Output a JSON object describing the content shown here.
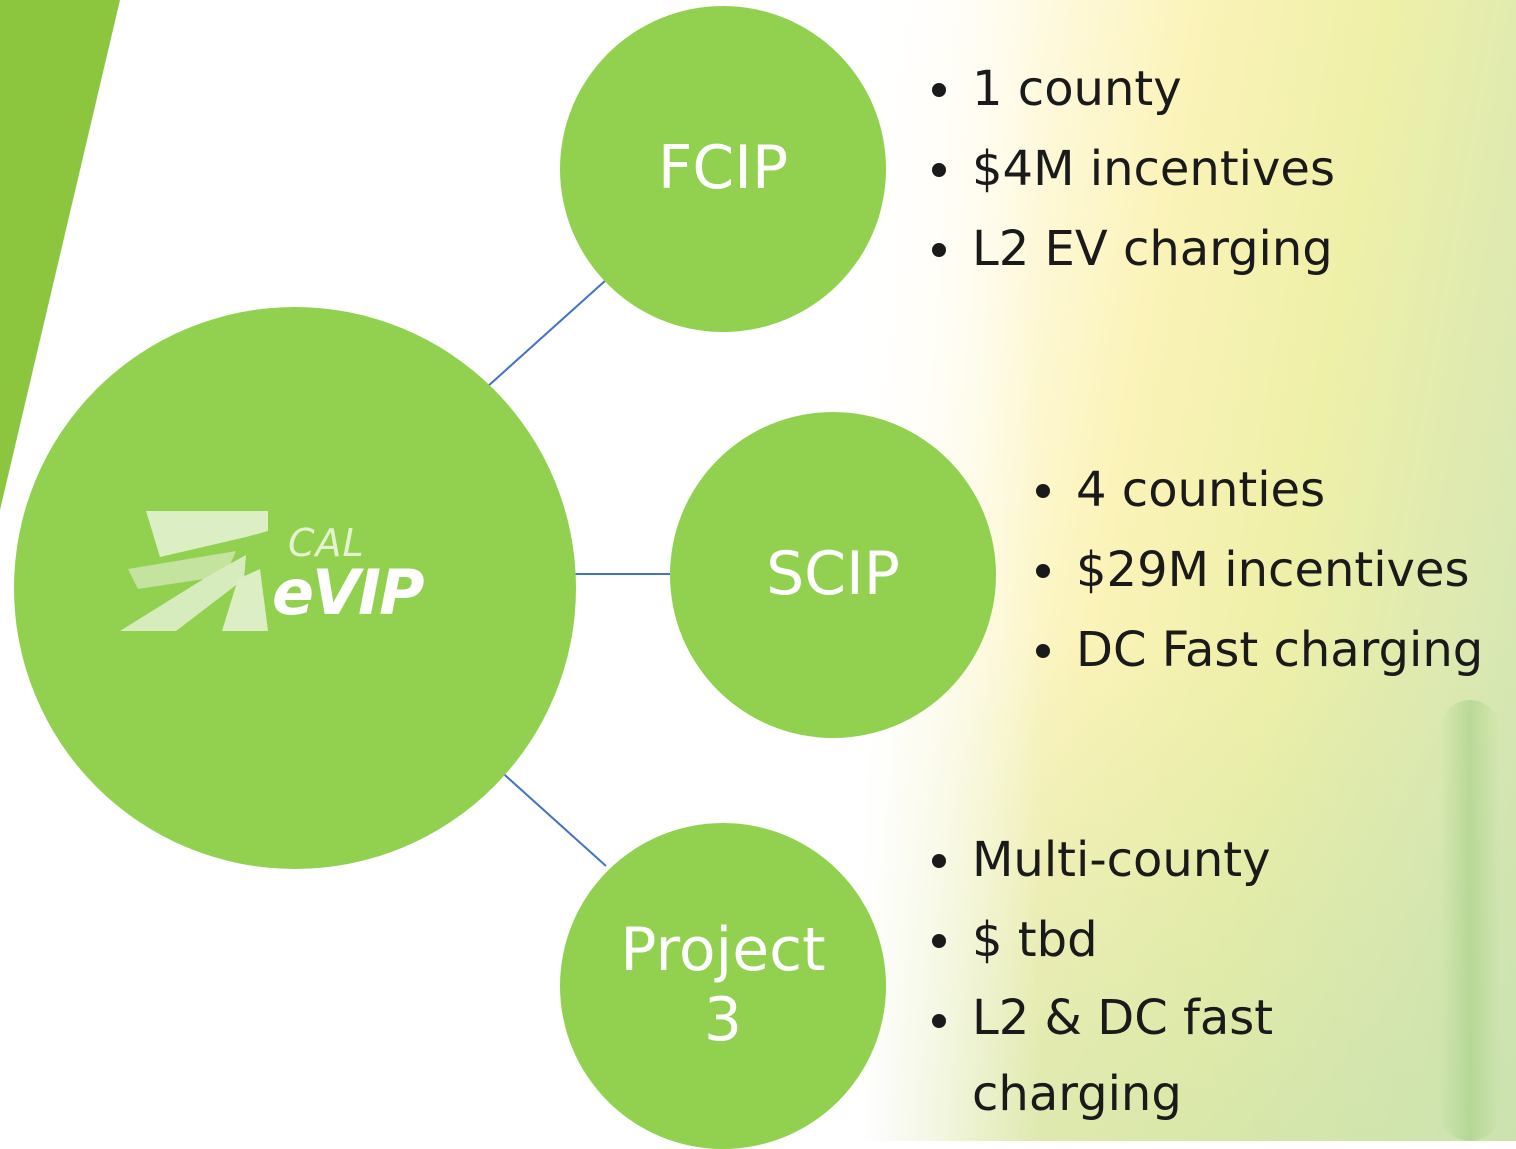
{
  "diagram": {
    "center": {
      "logo_cal": "CAL",
      "logo_evip": "eVIP",
      "logo_icon": "calevip-7-logo-icon"
    },
    "nodes": [
      {
        "label": "FCIP",
        "bullets": [
          "1 county",
          "$4M incentives",
          "L2 EV charging"
        ]
      },
      {
        "label": "SCIP",
        "bullets": [
          "4 counties",
          "$29M incentives",
          "DC Fast charging"
        ]
      },
      {
        "label": "Project 3",
        "bullets": [
          "Multi-county",
          "$ tbd",
          "L2 & DC fast charging"
        ]
      }
    ]
  },
  "colors": {
    "circle": "#92d050",
    "accent_wedge": "#8cc63f",
    "connector": "#4472c4",
    "text_white": "#ffffff",
    "text_dark": "#1a1a1a"
  }
}
